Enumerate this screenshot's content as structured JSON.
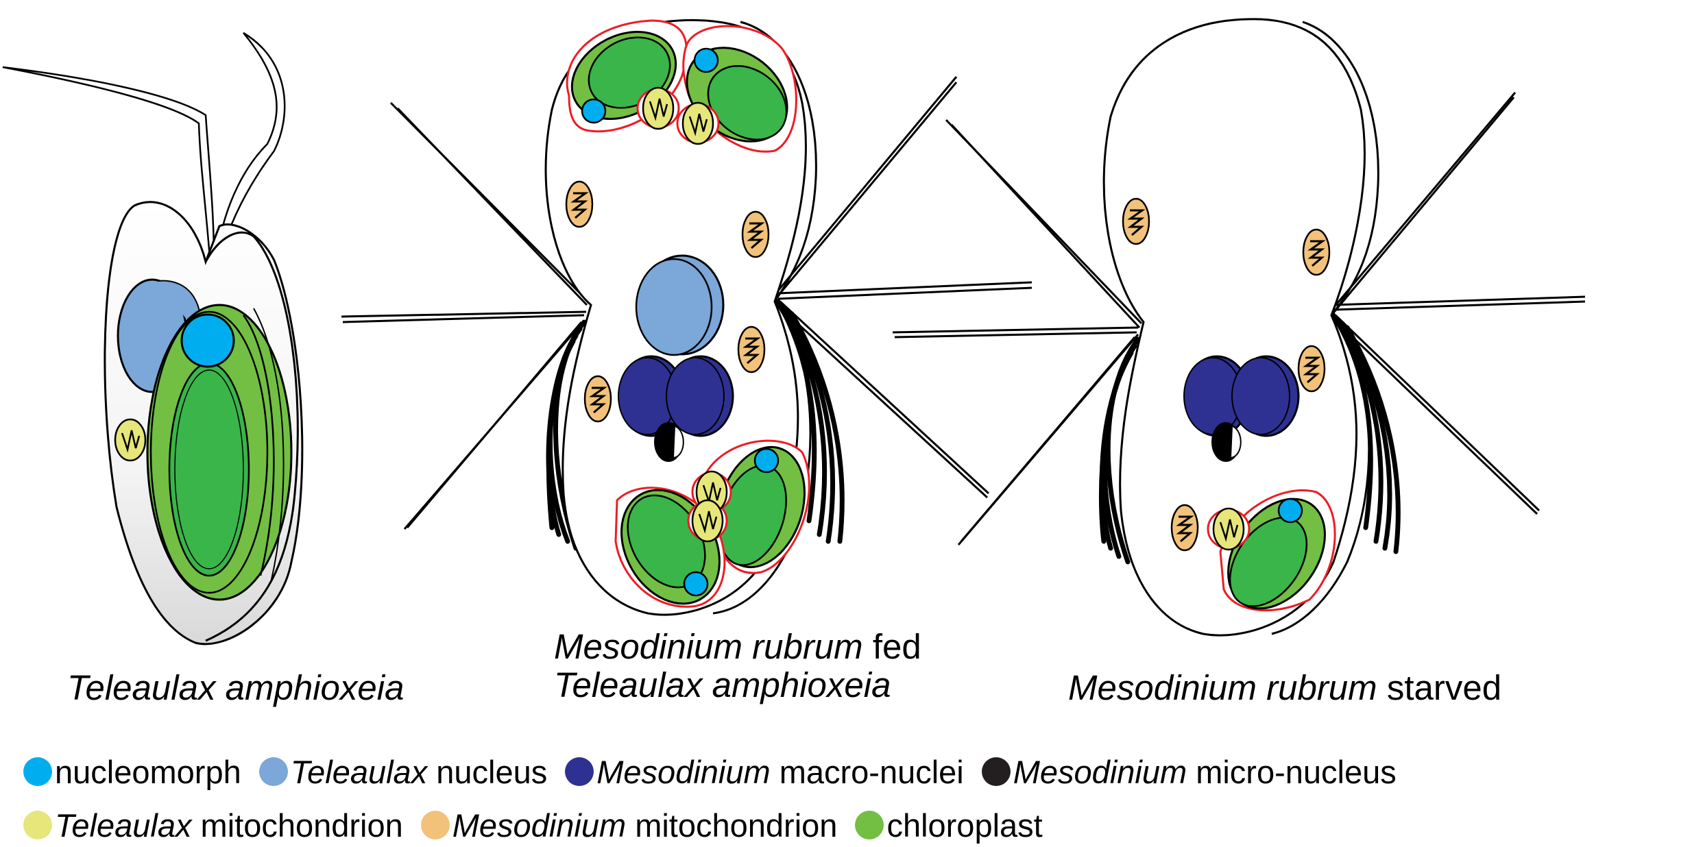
{
  "captions": {
    "teleaulax": {
      "species": "Teleaulax amphioxeia"
    },
    "fed": {
      "line1_species": "Mesodinium rubrum",
      "line1_suffix": " fed",
      "line2_species": "Teleaulax amphioxeia"
    },
    "starved": {
      "species": "Mesodinium rubrum",
      "suffix": " starved"
    }
  },
  "legend": {
    "row1": [
      {
        "italic": "",
        "text": "nucleomorph",
        "color": "#00aeef"
      },
      {
        "italic": "Teleaulax",
        "text": " nucleus",
        "color": "#7ba7d9"
      },
      {
        "italic": "Mesodinium",
        "text": " macro-nuclei",
        "color": "#2e3192"
      },
      {
        "italic": "Mesodinium",
        "text": " micro-nucleus",
        "color": "#231f20"
      }
    ],
    "row2": [
      {
        "italic": "Teleaulax",
        "text": " mitochondrion",
        "color": "#e6e67a"
      },
      {
        "italic": "Mesodinium",
        "text": " mitochondrion",
        "color": "#f2c27a"
      },
      {
        "italic": "",
        "text": "chloroplast",
        "color": "#72bf44"
      }
    ]
  },
  "colors": {
    "nucleomorph": "#00aeef",
    "teleaulax_nucleus": "#7ba7d9",
    "macro_nuclei": "#2e3192",
    "micro_nucleus": "#000000",
    "teleaulax_mito": "#e6e67a",
    "mesodinium_mito": "#f2c27a",
    "chloroplast_outer": "#72bf44",
    "chloroplast_inner": "#39b54a",
    "membrane": "#ed1c24"
  }
}
